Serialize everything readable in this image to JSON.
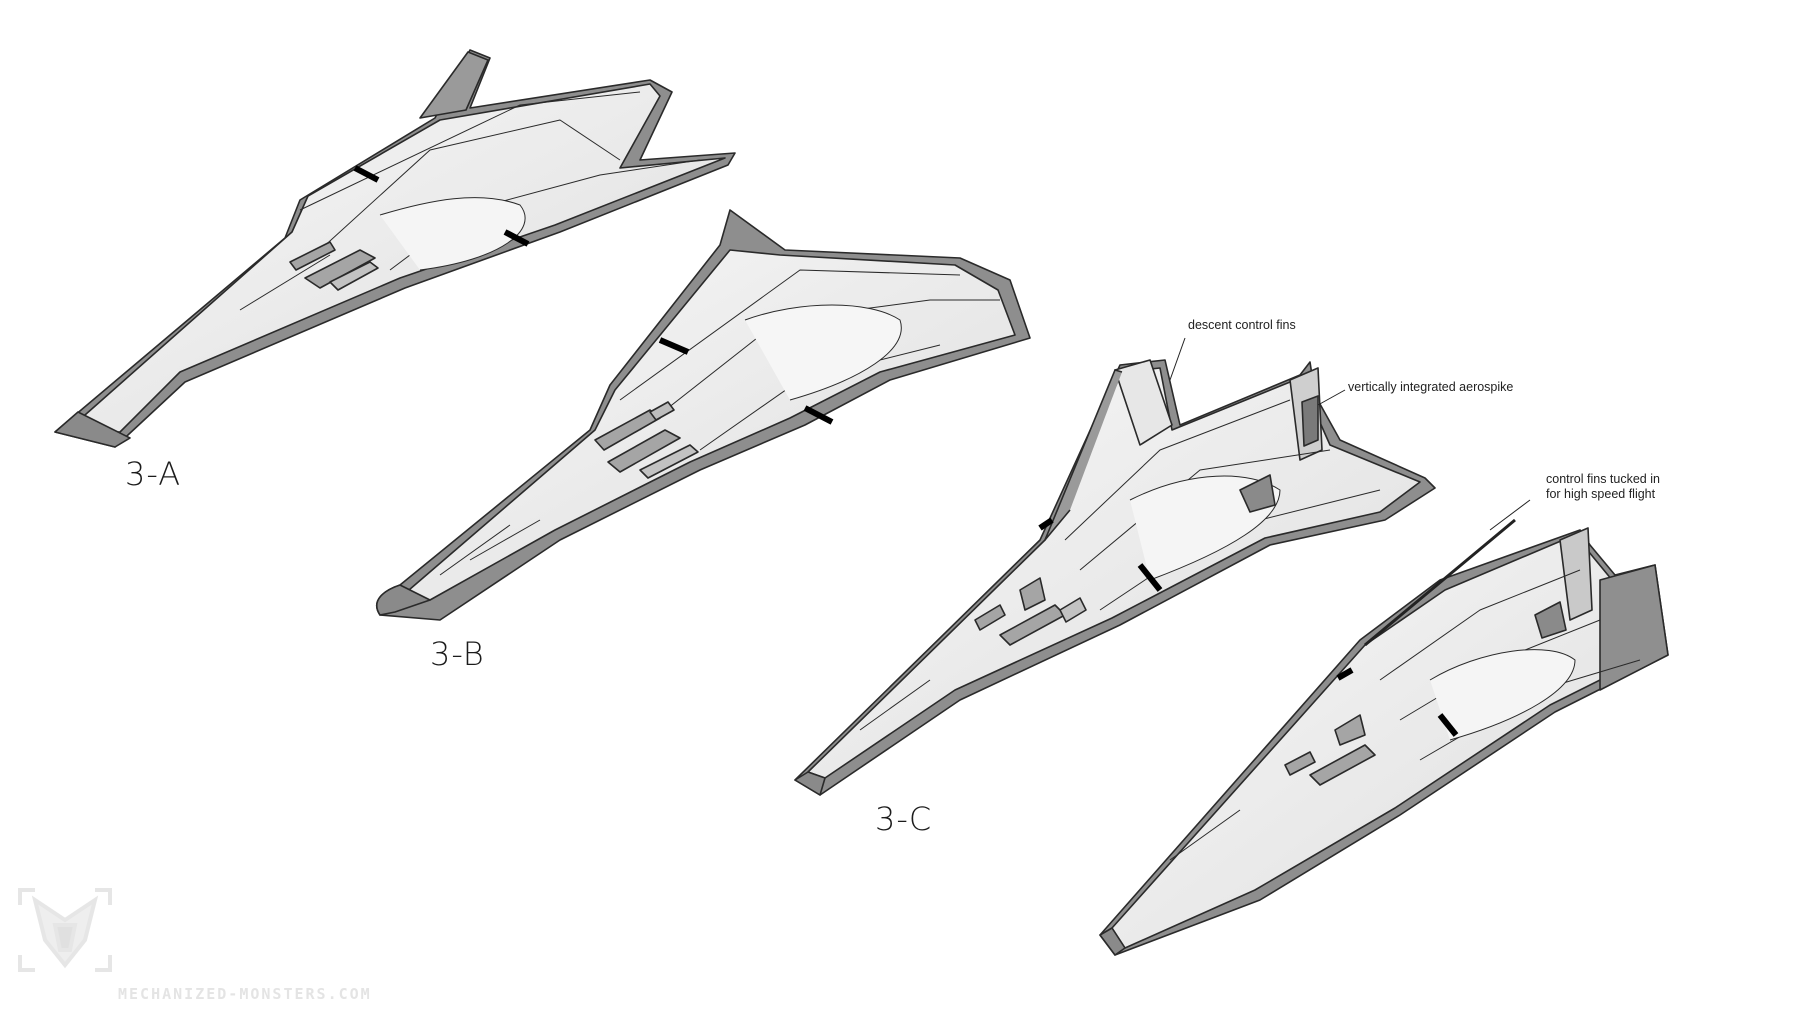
{
  "ships": [
    {
      "id": "3-A",
      "label": "3-A"
    },
    {
      "id": "3-B",
      "label": "3-B"
    },
    {
      "id": "3-C",
      "label": "3-C"
    },
    {
      "id": "3-C-tucked",
      "label": ""
    }
  ],
  "annotations": {
    "descent_fins": "descent control fins",
    "aerospike": "vertically integrated aerospike",
    "tucked_line1": "control fins tucked in",
    "tucked_line2": "for high speed flight"
  },
  "watermark": {
    "text": "MECHANIZED-MONSTERS.COM"
  },
  "colors": {
    "background": "#ffffff",
    "hull_light": "#efefef",
    "hull_mid": "#dcdcdc",
    "hull_dark": "#8a8a8a",
    "outline": "#2a2a2a",
    "watermark": "#e4e4e4"
  }
}
